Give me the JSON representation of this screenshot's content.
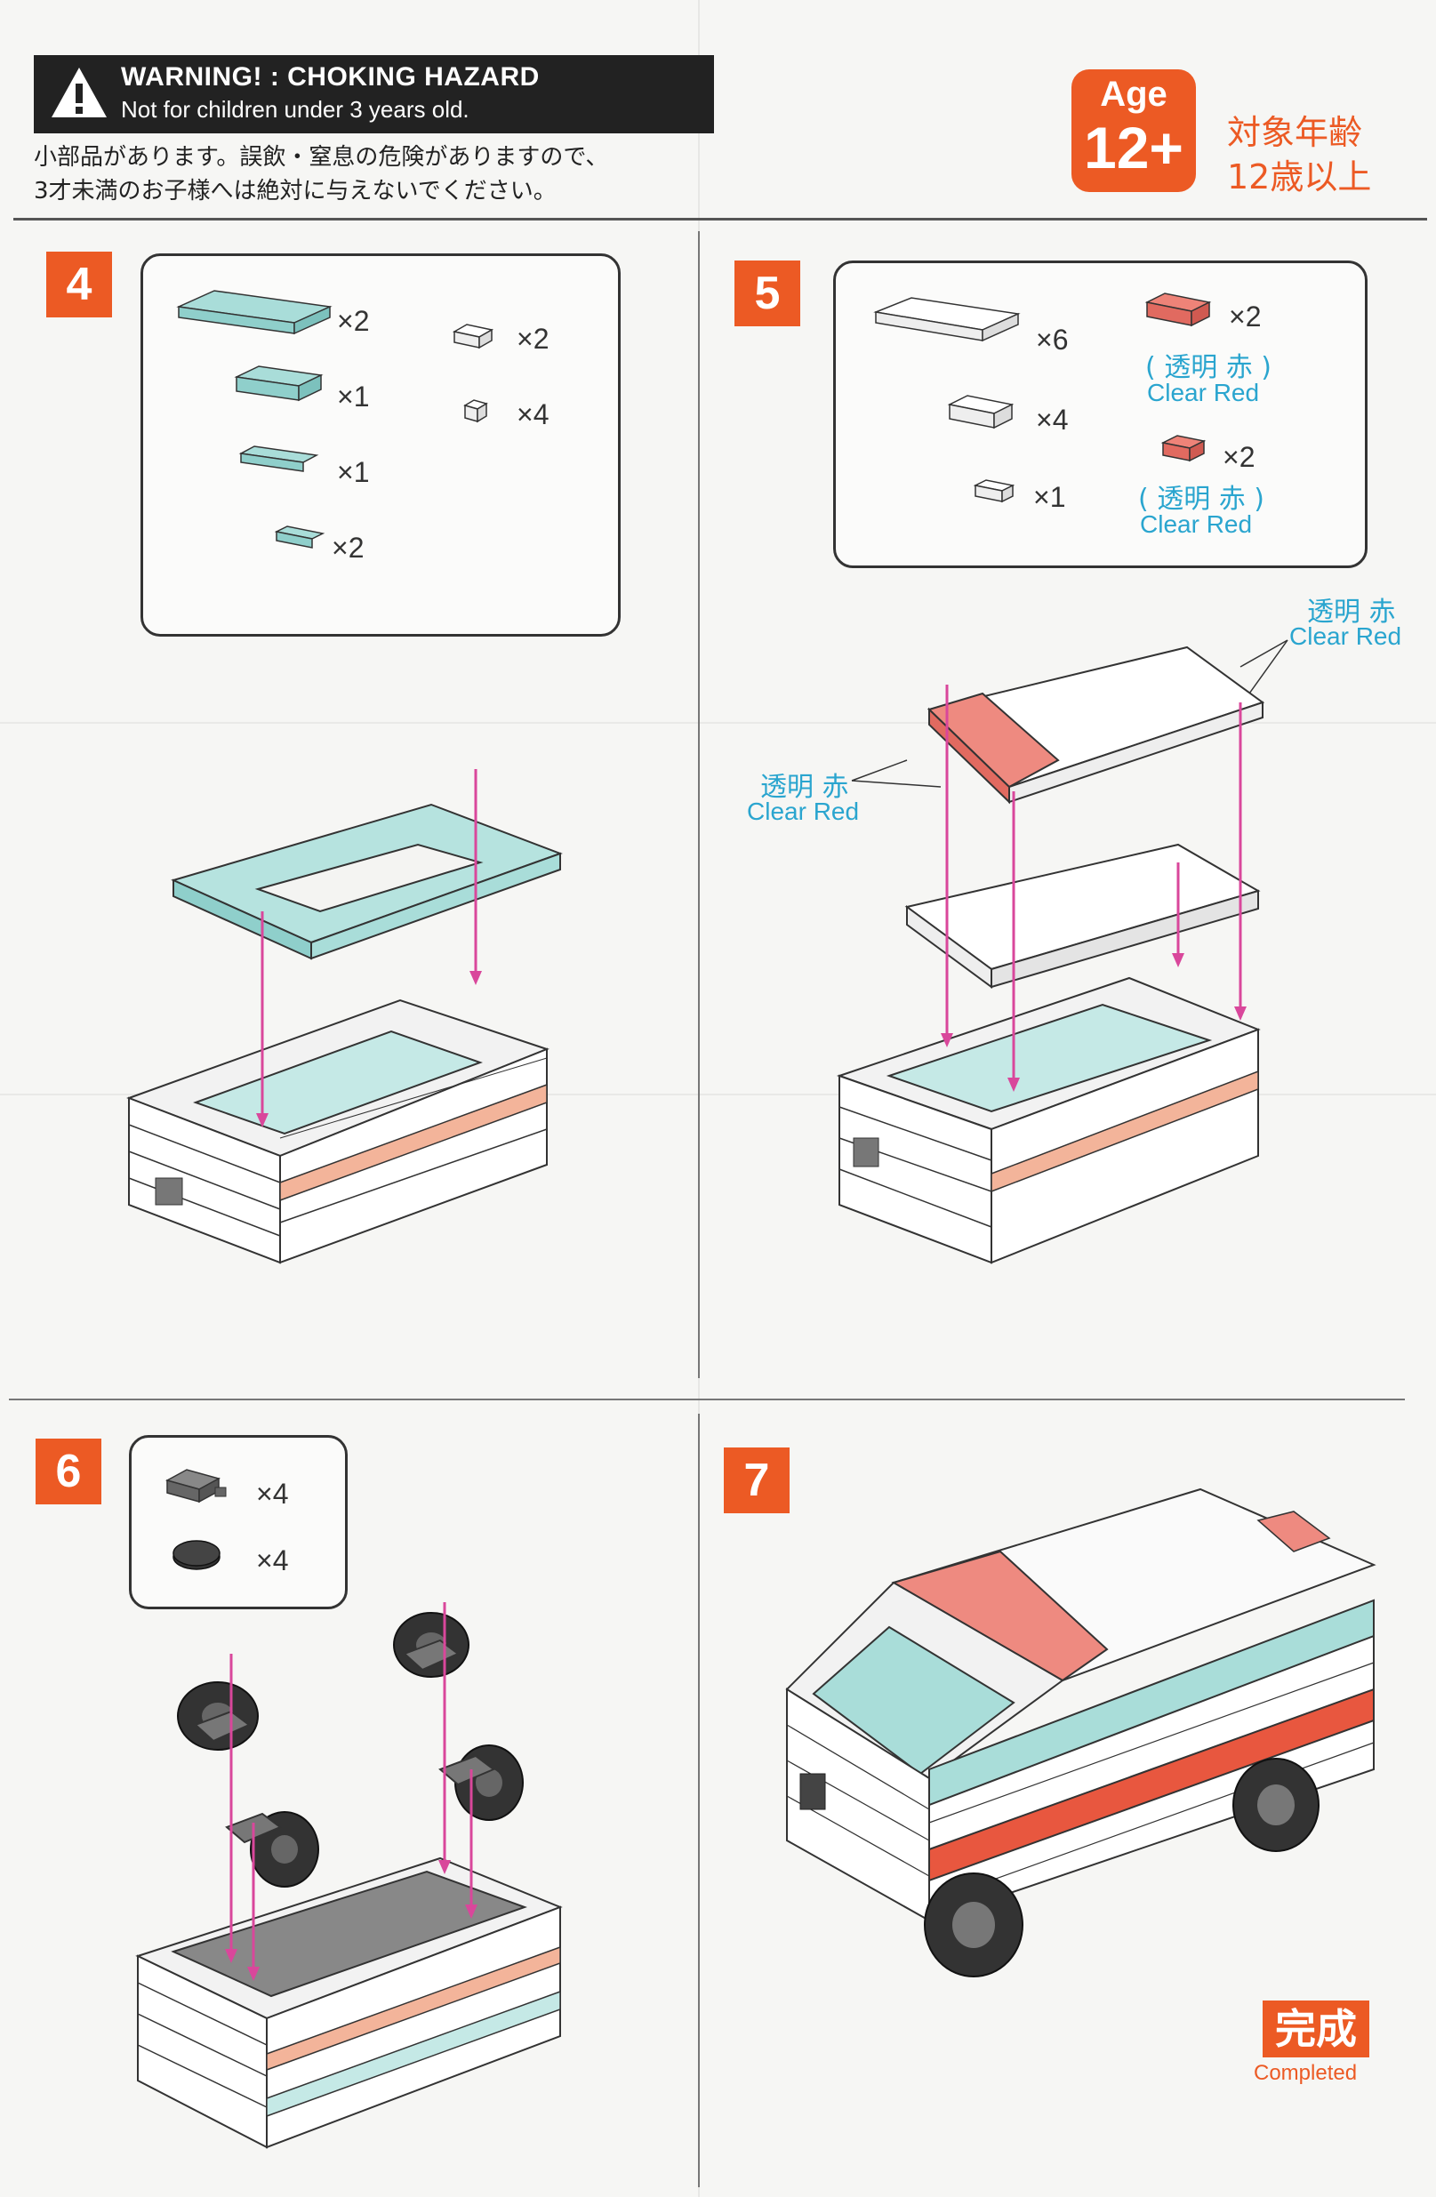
{
  "header": {
    "warning_title": "WARNING! : CHOKING HAZARD",
    "warning_sub": "Not for children under 3 years old.",
    "jp_line1": "小部品があります。誤飲・窒息の危険がありますので、",
    "jp_line2": "3才未満のお子様へは絶対に与えないでください。",
    "age_label": "Age",
    "age_value": "12+",
    "age_jp1": "対象年齢",
    "age_jp2": "12歳以上"
  },
  "colors": {
    "accent": "#ec5a24",
    "clear_red": "#e8706a",
    "teal": "#9fd9d6",
    "info_blue": "#2aa5cf",
    "arrow": "#d9479b",
    "dark_gray": "#555555"
  },
  "steps": [
    {
      "number": "4",
      "parts": [
        {
          "qty": "×2",
          "icon": "teal-plate-2x6"
        },
        {
          "qty": "×1",
          "icon": "teal-brick-2x4"
        },
        {
          "qty": "×1",
          "icon": "teal-plate-1x6"
        },
        {
          "qty": "×2",
          "icon": "teal-plate-1x4"
        },
        {
          "qty": "×2",
          "icon": "white-brick-2x2"
        },
        {
          "qty": "×4",
          "icon": "white-brick-1x1"
        }
      ]
    },
    {
      "number": "5",
      "parts": [
        {
          "qty": "×6",
          "icon": "white-plate-2x6"
        },
        {
          "qty": "×4",
          "icon": "white-brick-2x3"
        },
        {
          "qty": "×1",
          "icon": "white-brick-1x2"
        },
        {
          "qty": "×2",
          "icon": "red-brick-2x3"
        },
        {
          "qty": "×2",
          "icon": "red-brick-2x2"
        }
      ],
      "clear_red_jp": "( 透明 赤 )",
      "clear_red_en": "Clear Red",
      "callout_jp": "透明 赤",
      "callout_en": "Clear Red"
    },
    {
      "number": "6",
      "parts": [
        {
          "qty": "×4",
          "icon": "gray-wheel-holder"
        },
        {
          "qty": "×4",
          "icon": "black-tire"
        }
      ]
    },
    {
      "number": "7",
      "completed_jp": "完成",
      "completed_en": "Completed"
    }
  ]
}
